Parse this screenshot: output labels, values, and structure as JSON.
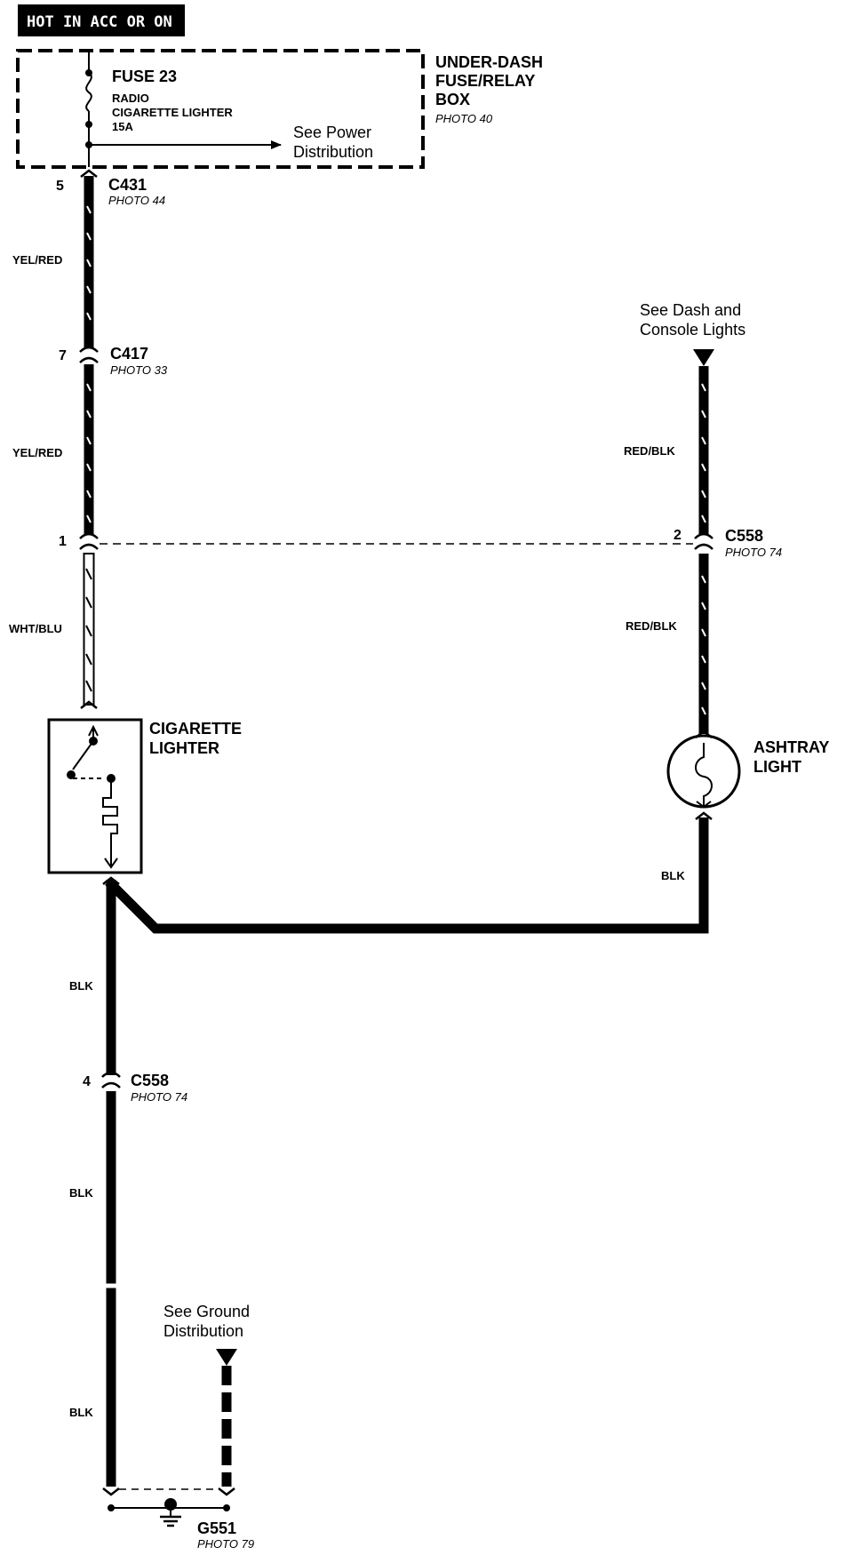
{
  "header": {
    "hot_label": "HOT IN ACC OR ON"
  },
  "fuse_box": {
    "title_lines": [
      "UNDER-DASH",
      "FUSE/RELAY",
      "BOX"
    ],
    "photo": "PHOTO 40",
    "fuse_name": "FUSE 23",
    "fuse_desc_lines": [
      "RADIO",
      "CIGARETTE LIGHTER",
      "15A"
    ],
    "see_note_lines": [
      "See Power",
      "Distribution"
    ]
  },
  "connectors": {
    "c431": {
      "pin": "5",
      "name": "C431",
      "photo": "PHOTO 44"
    },
    "c417": {
      "pin": "7",
      "name": "C417",
      "photo": "PHOTO 33"
    },
    "c558_left": {
      "pin": "1"
    },
    "c558_right": {
      "pin": "2",
      "name": "C558",
      "photo": "PHOTO 74"
    },
    "c558_lower": {
      "pin": "4",
      "name": "C558",
      "photo": "PHOTO 74"
    }
  },
  "wires": {
    "w1": "YEL/RED",
    "w2": "YEL/RED",
    "w3": "WHT/BLU",
    "w4": "RED/BLK",
    "w5": "RED/BLK",
    "w6": "BLK",
    "w7": "BLK",
    "w8": "BLK",
    "w9": "BLK"
  },
  "components": {
    "lighter_lines": [
      "CIGARETTE",
      "LIGHTER"
    ],
    "ashtray_lines": [
      "ASHTRAY",
      "LIGHT"
    ]
  },
  "notes": {
    "dash_lines": [
      "See Dash and",
      "Console Lights"
    ],
    "ground_lines": [
      "See Ground",
      "Distribution"
    ]
  },
  "ground": {
    "name": "G551",
    "photo": "PHOTO 79"
  }
}
